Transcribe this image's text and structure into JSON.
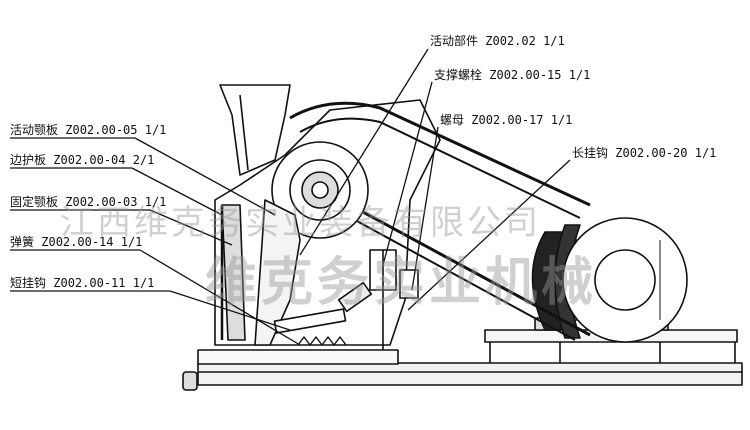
{
  "labels": [
    {
      "id": "movable-part",
      "name": "活动部件",
      "code": "Z002.02",
      "qty": "1/1"
    },
    {
      "id": "support-bolt",
      "name": "支撑螺栓",
      "code": "Z002.00-15",
      "qty": "1/1"
    },
    {
      "id": "nut",
      "name": "螺母",
      "code": "Z002.00-17",
      "qty": "1/1"
    },
    {
      "id": "long-hook",
      "name": "长挂钩",
      "code": "Z002.00-20",
      "qty": "1/1"
    },
    {
      "id": "movable-jaw-plate",
      "name": "活动颚板",
      "code": "Z002.00-05",
      "qty": "1/1"
    },
    {
      "id": "side-guard-plate",
      "name": "边护板",
      "code": "Z002.00-04",
      "qty": "2/1"
    },
    {
      "id": "fixed-jaw-plate",
      "name": "固定颚板",
      "code": "Z002.00-03",
      "qty": "1/1"
    },
    {
      "id": "spring",
      "name": "弹簧",
      "code": "Z002.00-14",
      "qty": "1/1"
    },
    {
      "id": "short-hook",
      "name": "短挂钩",
      "code": "Z002.00-11",
      "qty": "1/1"
    }
  ],
  "watermark": {
    "line1": "江西维克务实业装备有限公司",
    "line2": "维克务实业机械"
  }
}
